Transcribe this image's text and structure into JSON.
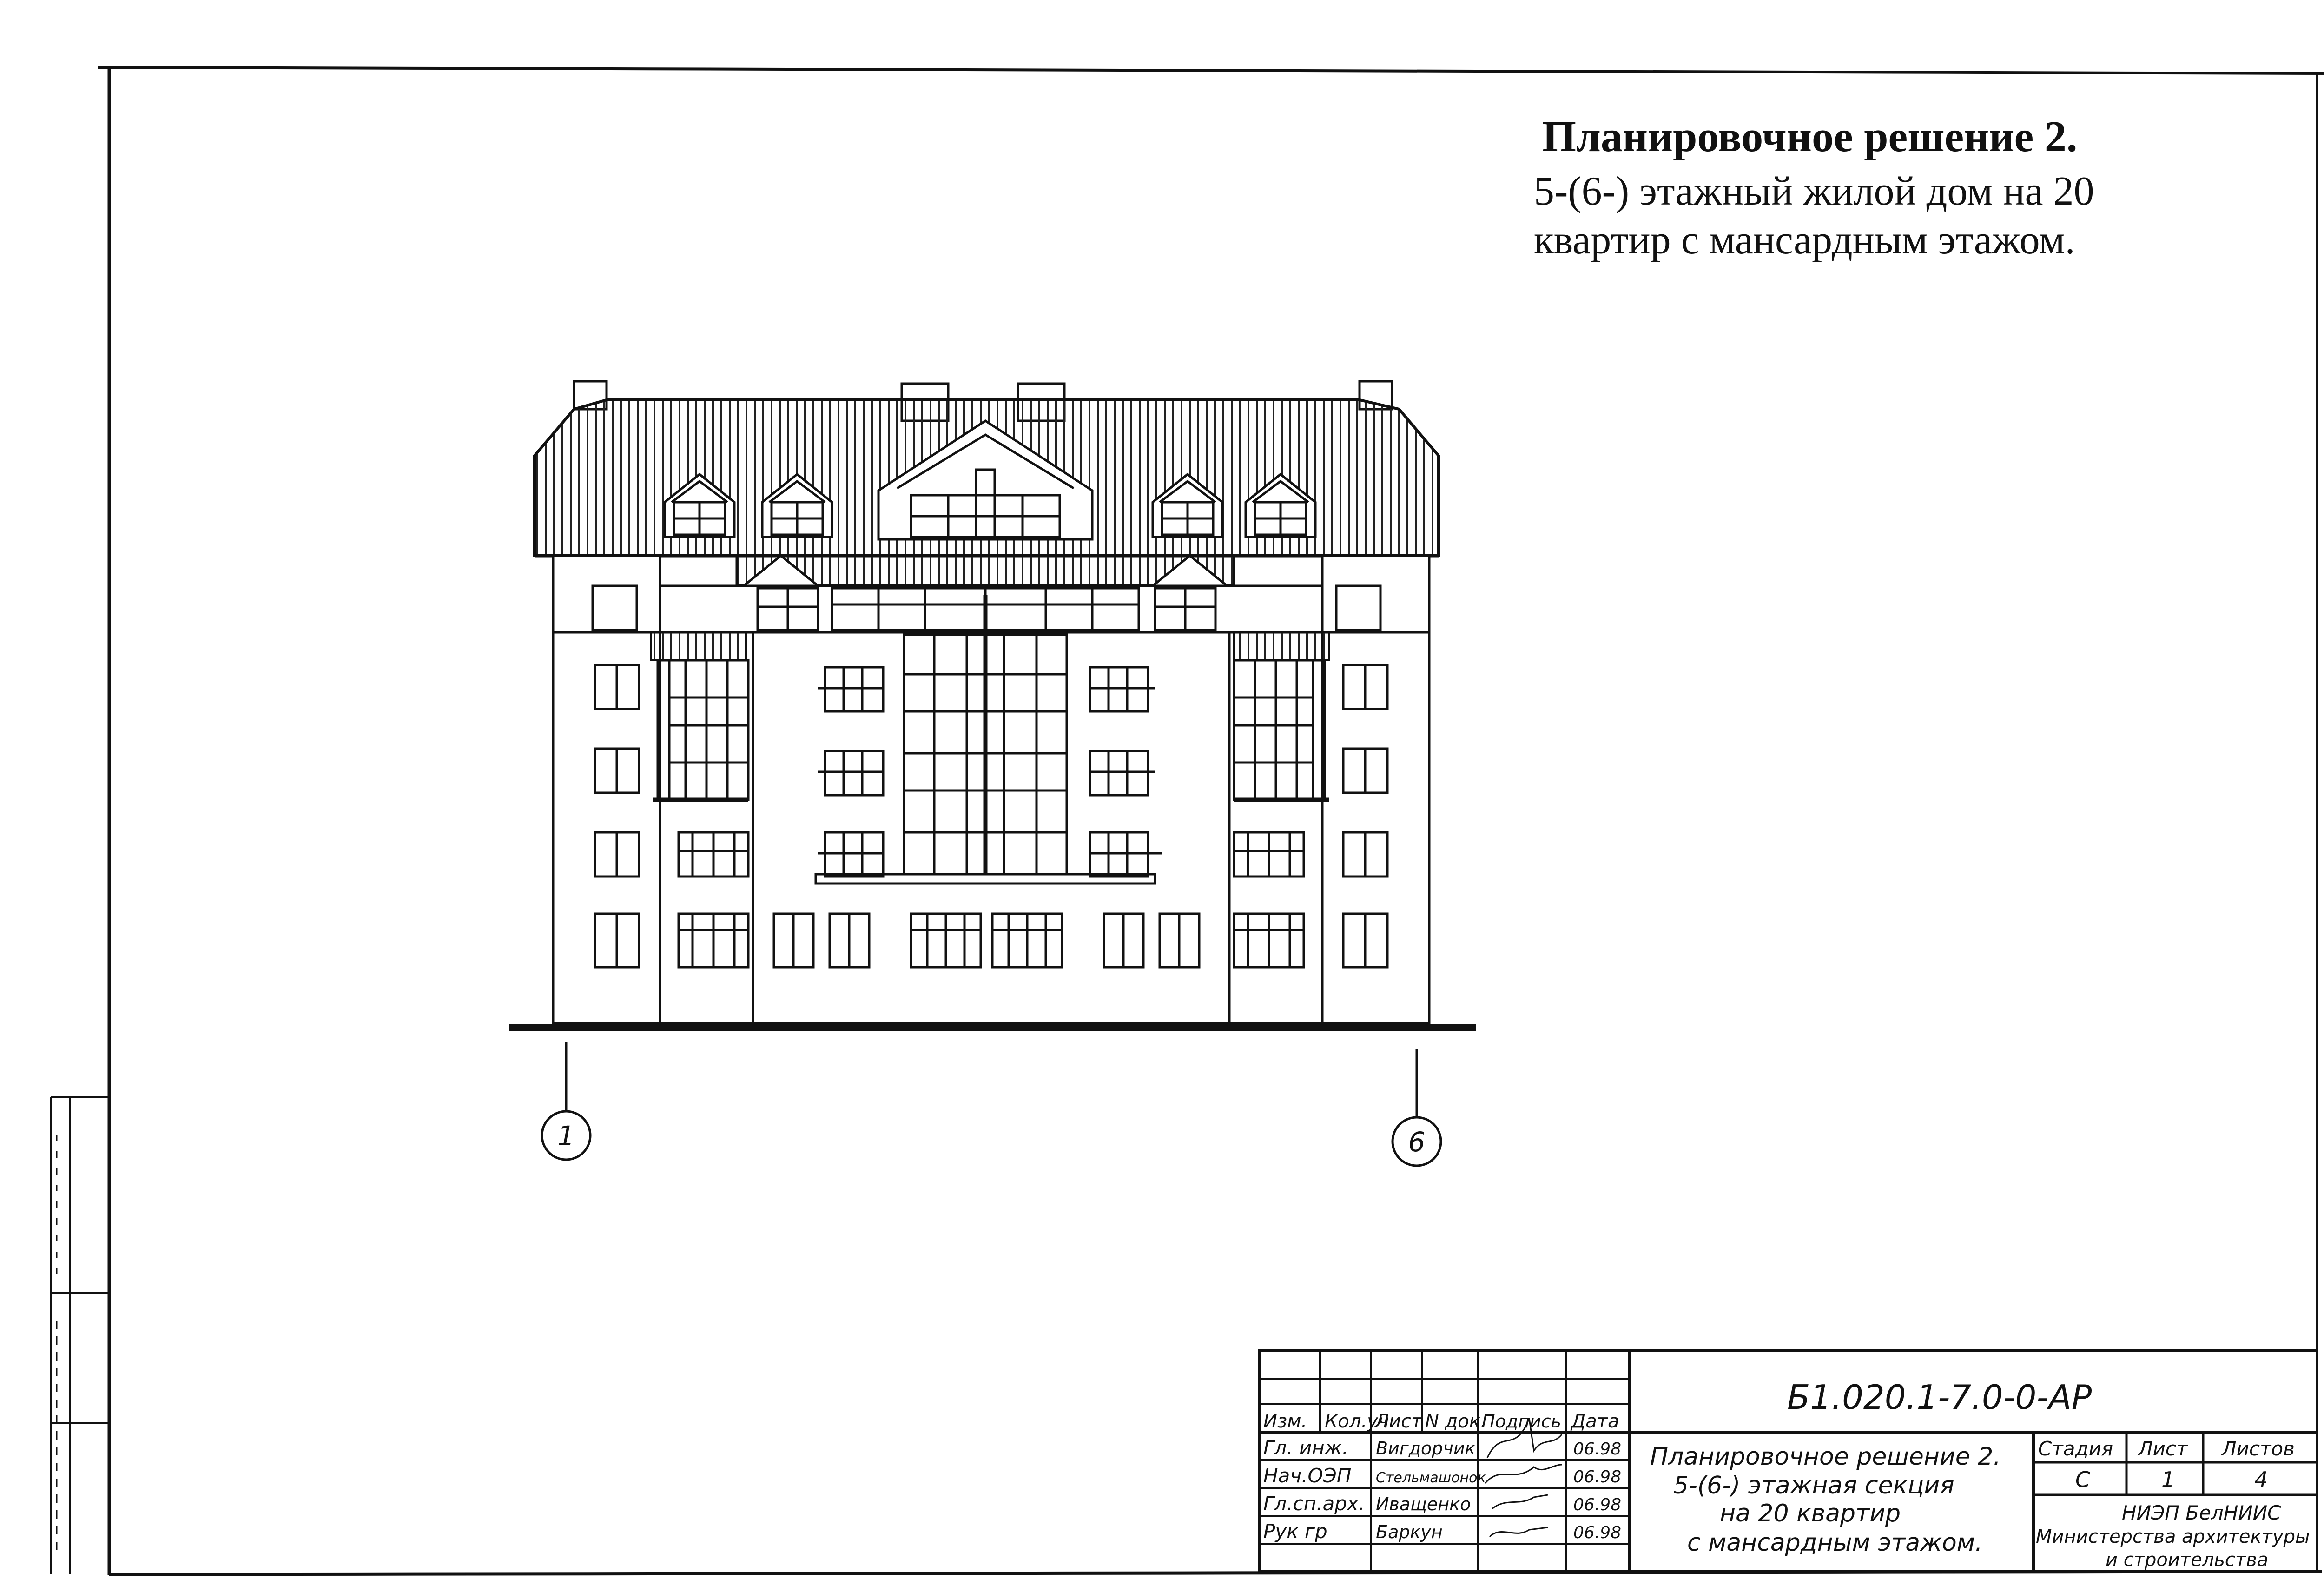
{
  "header": {
    "title": "Планировочное решение 2.",
    "subtitle_line1": "5-(6-) этажный жилой дом на 20",
    "subtitle_line2": "квартир с мансардным этажом."
  },
  "axes": {
    "left": "1",
    "right": "6"
  },
  "stamp": {
    "code": "Б1.020.1-7.0-0-АР",
    "columns": [
      "Изм.",
      "Кол.уч",
      "Лист",
      "N док.",
      "Подпись",
      "Дата"
    ],
    "rows": [
      {
        "role": "Гл. инж.",
        "name": "Вигдорчик",
        "date": "06.98"
      },
      {
        "role": "Нач.ОЭП",
        "name": "Стельмашонок",
        "date": "06.98"
      },
      {
        "role": "Гл.сп.арх.",
        "name": "Иващенко",
        "date": "06.98"
      },
      {
        "role": "Рук гр",
        "name": "Баркун",
        "date": "06.98"
      }
    ],
    "description": [
      "Планировочное решение 2.",
      "5-(6-) этажная секция",
      "на 20 квартир",
      "с мансардным этажом."
    ],
    "stage_headers": [
      "Стадия",
      "Лист",
      "Листов"
    ],
    "stage_values": [
      "С",
      "1",
      "4"
    ],
    "organization": [
      "НИЭП БелНИИС",
      "Министерства архитектуры",
      "и строительства"
    ]
  }
}
